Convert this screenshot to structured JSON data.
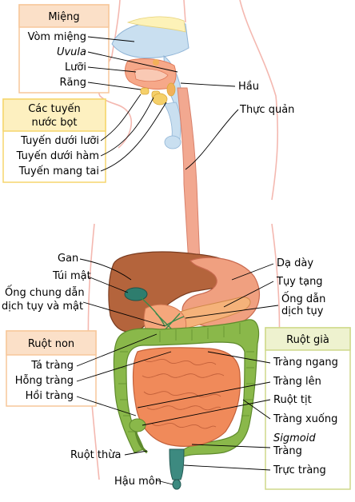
{
  "groups": {
    "mouth": {
      "title": "Miệng",
      "color": "#fbe0c8",
      "border": "#f7c79a",
      "labels": [
        "Vòm miệng",
        "Uvula",
        "Lưỡi",
        "Răng"
      ]
    },
    "salivary": {
      "title_1": "Các tuyến",
      "title_2": "nước bọt",
      "color": "#fdf0c0",
      "border": "#f5d66d",
      "labels": [
        "Tuyến dưới lưỡi",
        "Tuyến dưới hàm",
        "Tuyến mang tai"
      ]
    },
    "small_intestine": {
      "title": "Ruột non",
      "color": "#fbe0c8",
      "border": "#f7c79a",
      "labels": [
        "Tá tràng",
        "Hỗng tràng",
        "Hồi tràng"
      ]
    },
    "large_intestine": {
      "title": "Ruột già",
      "color": "#eef2cf",
      "border": "#cfd98a",
      "labels": [
        "Tràng ngang",
        "Tràng lên",
        "Ruột tịt",
        "Tràng xuống",
        "Sigmoid",
        "Tràng",
        "Trực tràng"
      ]
    }
  },
  "labels": {
    "pharynx": "Hầu",
    "esophagus": "Thực quản",
    "liver": "Gan",
    "gallbladder": "Túi mật",
    "common_bile_duct_1": "Ống chung dẫn",
    "common_bile_duct_2": "dịch tụy và mật",
    "stomach": "Dạ dày",
    "pancreas": "Tụy tạng",
    "pancreatic_duct_1": "Ống dẫn",
    "pancreatic_duct_2": "dịch tụy",
    "appendix": "Ruột thừa",
    "anus": "Hậu môn"
  },
  "colors": {
    "liver": "#b4643c",
    "stomach": "#f0a080",
    "esophagus": "#f2a890",
    "small_intestine": "#f08a5a",
    "large_intestine": "#8ab84a",
    "rectum": "#3d8a80",
    "gallbladder": "#2e7d6e",
    "body_outline": "#f4b8b0"
  }
}
